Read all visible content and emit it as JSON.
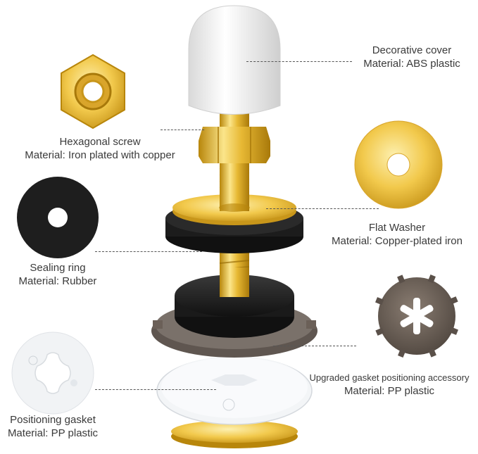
{
  "parts": [
    {
      "id": "cover",
      "name": "Decorative cover",
      "material": "Material: ABS plastic"
    },
    {
      "id": "nut",
      "name": "Hexagonal screw",
      "material": "Material: Iron plated with copper"
    },
    {
      "id": "washer",
      "name": "Flat Washer",
      "material": "Material: Copper-plated iron"
    },
    {
      "id": "seal",
      "name": "Sealing ring",
      "material": "Material: Rubber"
    },
    {
      "id": "accessory",
      "name": "Upgraded gasket positioning accessory",
      "material": "Material: PP plastic"
    },
    {
      "id": "gasket",
      "name": "Positioning gasket",
      "material": "Material: PP plastic"
    }
  ],
  "colors": {
    "brass": "#e7b833",
    "brass_dark": "#b8860b",
    "brass_light": "#fbe58a",
    "rubber": "#1e1e1e",
    "cover": "#f4f4f4",
    "accessory": "#6b6058",
    "gasket": "#eceff2"
  }
}
